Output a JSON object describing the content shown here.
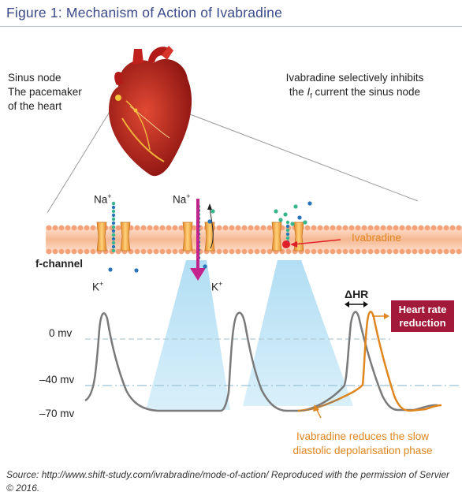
{
  "figure": {
    "title": "Figure 1: Mechanism of Action of Ivabradine"
  },
  "annotations": {
    "sinus_node": [
      "Sinus node",
      "The pacemaker",
      "of the heart"
    ],
    "ivabradine_inhibits_prefix": "Ivabradine selectively inhibits",
    "ivabradine_inhibits_line2_pre": "the ",
    "ivabradine_inhibits_current": "I",
    "ivabradine_inhibits_sub": "f",
    "ivabradine_inhibits_line2_post": " current the sinus node",
    "ivabradine_label": "Ivabradine",
    "f_channel": "f-channel",
    "na_1": "Na",
    "na_2": "Na",
    "ion_sup": "+",
    "k_1": "K",
    "k_2": "K",
    "delta_hr": "ΔHR",
    "heart_rate_reduction": [
      "Heart rate",
      "reduction"
    ],
    "slow_phase": [
      "Ivabradine reduces the slow",
      "diastolic depolarisation phase"
    ]
  },
  "voltage_axis": {
    "labels": [
      "0 mv",
      "–40 mv",
      "–70 mv"
    ]
  },
  "source": {
    "text": "Source: http://www.shift-study.com/ivrabradine/mode-of-action/  Reproduced with the permission of Servier © 2016."
  },
  "colors": {
    "title": "#3a4a8a",
    "membrane": "#f6c3a4",
    "channel": "#f0a640",
    "sodium": "#37b58c",
    "potassium": "#2a74b8",
    "flux_arrow": "#c2248c",
    "beam": "#bfe4f5",
    "trace_normal": "#7a7a7a",
    "trace_ivabradine": "#e0861f",
    "hr_box": "#a3193a",
    "heart": "#c0211d"
  }
}
